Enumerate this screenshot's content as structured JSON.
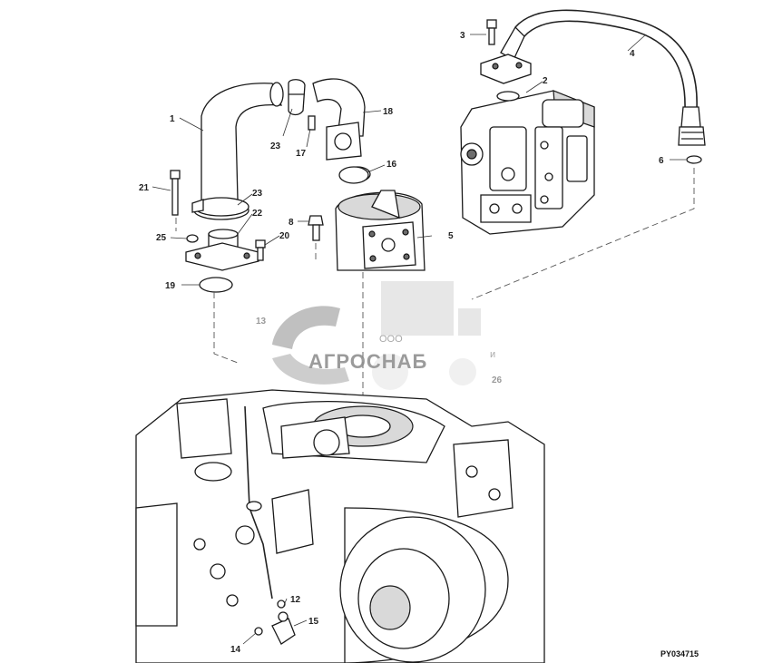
{
  "callouts": [
    {
      "id": "c1",
      "label": "1"
    },
    {
      "id": "c2",
      "label": "2"
    },
    {
      "id": "c3",
      "label": "3"
    },
    {
      "id": "c4",
      "label": "4"
    },
    {
      "id": "c5",
      "label": "5"
    },
    {
      "id": "c6",
      "label": "6"
    },
    {
      "id": "c8",
      "label": "8"
    },
    {
      "id": "c12",
      "label": "12"
    },
    {
      "id": "c13",
      "label": "13"
    },
    {
      "id": "c14",
      "label": "14"
    },
    {
      "id": "c15",
      "label": "15"
    },
    {
      "id": "c16",
      "label": "16"
    },
    {
      "id": "c17",
      "label": "17"
    },
    {
      "id": "c18",
      "label": "18"
    },
    {
      "id": "c19",
      "label": "19"
    },
    {
      "id": "c20",
      "label": "20"
    },
    {
      "id": "c21",
      "label": "21"
    },
    {
      "id": "c22",
      "label": "22"
    },
    {
      "id": "c23a",
      "label": "23"
    },
    {
      "id": "c23b",
      "label": "23"
    },
    {
      "id": "c25",
      "label": "25"
    },
    {
      "id": "c26",
      "label": "26"
    }
  ],
  "watermark": {
    "small_text": "ООО",
    "brand_text": "АГРОСНАБ",
    "suffix_text": "и"
  },
  "figure_code": "PY034715",
  "colors": {
    "line": "#1a1a1a",
    "watermark": "#8a8a8a",
    "background": "#ffffff"
  }
}
